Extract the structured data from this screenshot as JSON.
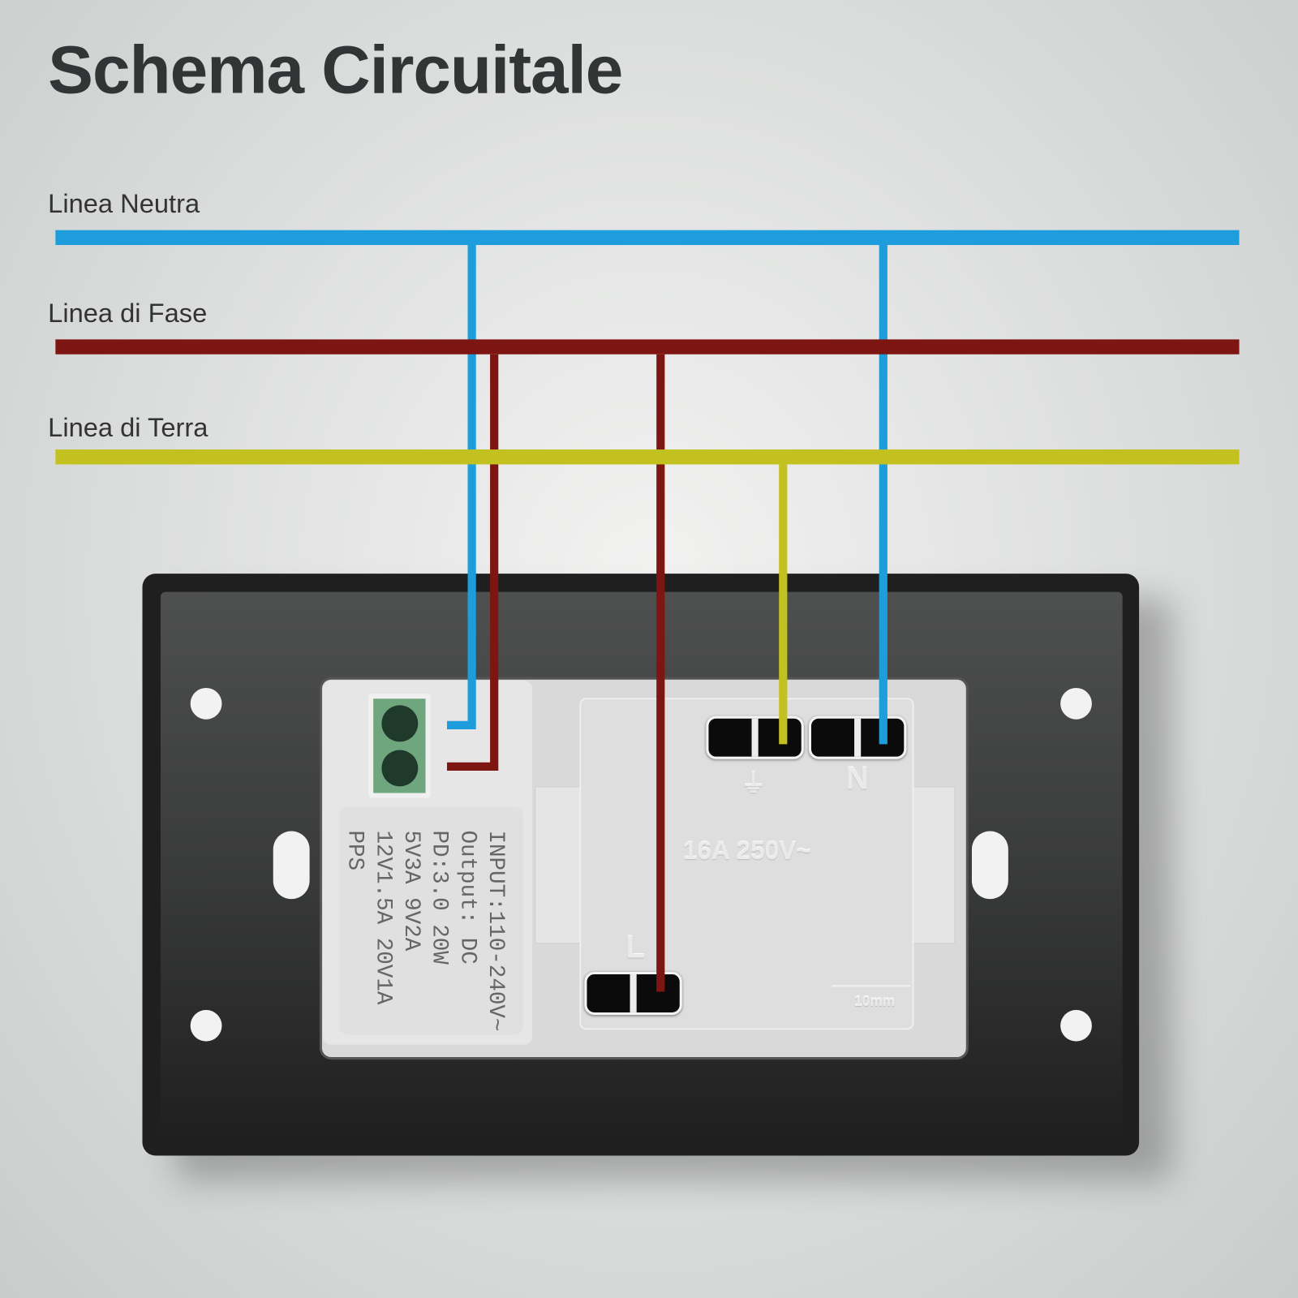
{
  "title": "Schema Circuitale",
  "lines": {
    "neutral": "Linea Neutra",
    "phase": "Linea di Fase",
    "earth": "Linea di Terra"
  },
  "colors": {
    "neutral": "#1e9ddd",
    "phase": "#7d1612",
    "earth": "#c2c11f"
  },
  "usb_module": {
    "lines": [
      "INPUT:110-240V~",
      "Output: DC",
      "PD:3.0 20W",
      "5V3A 9V2A",
      "12V1.5A 20V1A",
      "PPS"
    ]
  },
  "socket": {
    "rating": "16A 250V~",
    "terminal_l": "L",
    "terminal_n": "N",
    "terminal_earth": "⏚",
    "strip_length": "10mm"
  }
}
